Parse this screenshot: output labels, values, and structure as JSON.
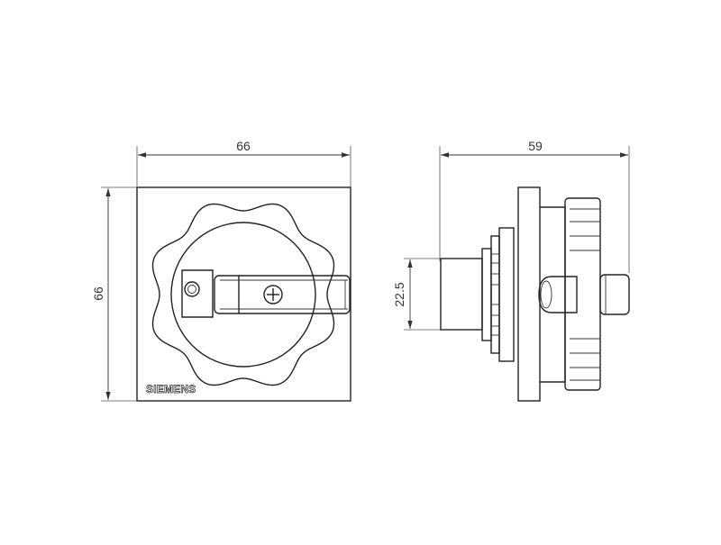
{
  "drawing": {
    "front_view": {
      "width_dim": "66",
      "height_dim": "66",
      "brand": "SIEMENS"
    },
    "side_view": {
      "depth_dim": "59",
      "shaft_dim": "22.5"
    }
  },
  "colors": {
    "line": "#222222",
    "background": "#ffffff"
  }
}
